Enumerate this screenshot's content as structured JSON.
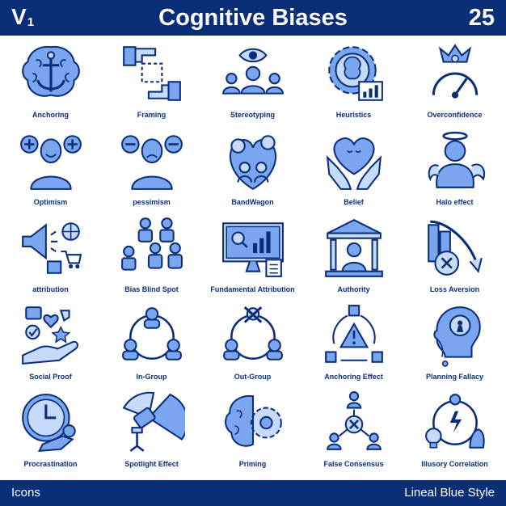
{
  "header": {
    "version": "V",
    "version_sub": "1",
    "title": "Cognitive Biases",
    "number": "25"
  },
  "footer": {
    "left": "Icons",
    "right": "Lineal Blue Style"
  },
  "colors": {
    "navy": "#0a2e78",
    "fill": "#7aa6ef",
    "light": "#c6dafb"
  },
  "icons": [
    {
      "label": "Anchoring",
      "icon": "brain-anchor-icon"
    },
    {
      "label": "Framing",
      "icon": "hands-frame-icon"
    },
    {
      "label": "Stereotyping",
      "icon": "eye-people-icon"
    },
    {
      "label": "Heuristics",
      "icon": "gear-brain-chart-icon"
    },
    {
      "label": "Overconfidence",
      "icon": "crown-gauge-icon"
    },
    {
      "label": "Optimism",
      "icon": "person-plus-icon"
    },
    {
      "label": "pessimism",
      "icon": "person-minus-icon"
    },
    {
      "label": "BandWagon",
      "icon": "crowd-money-icon"
    },
    {
      "label": "Belief",
      "icon": "hands-heart-icon"
    },
    {
      "label": "Halo effect",
      "icon": "angel-wing-icon"
    },
    {
      "label": "attribution",
      "icon": "megaphone-globe-icon"
    },
    {
      "label": "Bias Blind Spot",
      "icon": "people-group-icon"
    },
    {
      "label": "Fundamental Attribution",
      "icon": "monitor-analytics-icon"
    },
    {
      "label": "Authority",
      "icon": "courthouse-icon"
    },
    {
      "label": "Loss Aversion",
      "icon": "declining-chart-icon"
    },
    {
      "label": "Social Proof",
      "icon": "hand-reactions-icon"
    },
    {
      "label": "In-Group",
      "icon": "circle-network-icon"
    },
    {
      "label": "Out-Group",
      "icon": "excluded-network-icon"
    },
    {
      "label": "Anchoring Effect",
      "icon": "warning-cycle-icon"
    },
    {
      "label": "Planning Fallacy",
      "icon": "head-question-icon"
    },
    {
      "label": "Procrastination",
      "icon": "clock-lazy-icon"
    },
    {
      "label": "Spotlight Effect",
      "icon": "spotlight-icon"
    },
    {
      "label": "Priming",
      "icon": "brain-gear-icon"
    },
    {
      "label": "False Consensus",
      "icon": "x-consensus-icon"
    },
    {
      "label": "Illusory Correlation",
      "icon": "bulb-cycle-icon"
    }
  ]
}
